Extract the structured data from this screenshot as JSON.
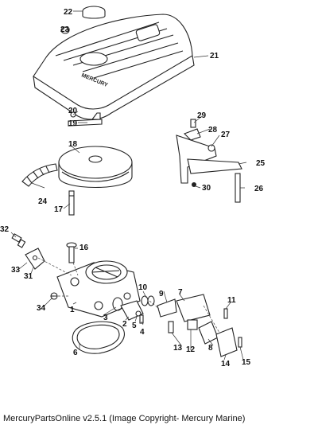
{
  "caption": "MercuryPartsOnline v2.5.1 (Image Copyright- Mercury Marine)",
  "cover_logo": "MERCURY",
  "callouts": [
    "1",
    "2",
    "3",
    "4",
    "5",
    "6",
    "7",
    "8",
    "9",
    "10",
    "11",
    "12",
    "13",
    "14",
    "15",
    "16",
    "17",
    "18",
    "19",
    "20",
    "21",
    "22",
    "23",
    "24",
    "25",
    "26",
    "27",
    "28",
    "29",
    "30",
    "31",
    "32",
    "33",
    "34"
  ]
}
